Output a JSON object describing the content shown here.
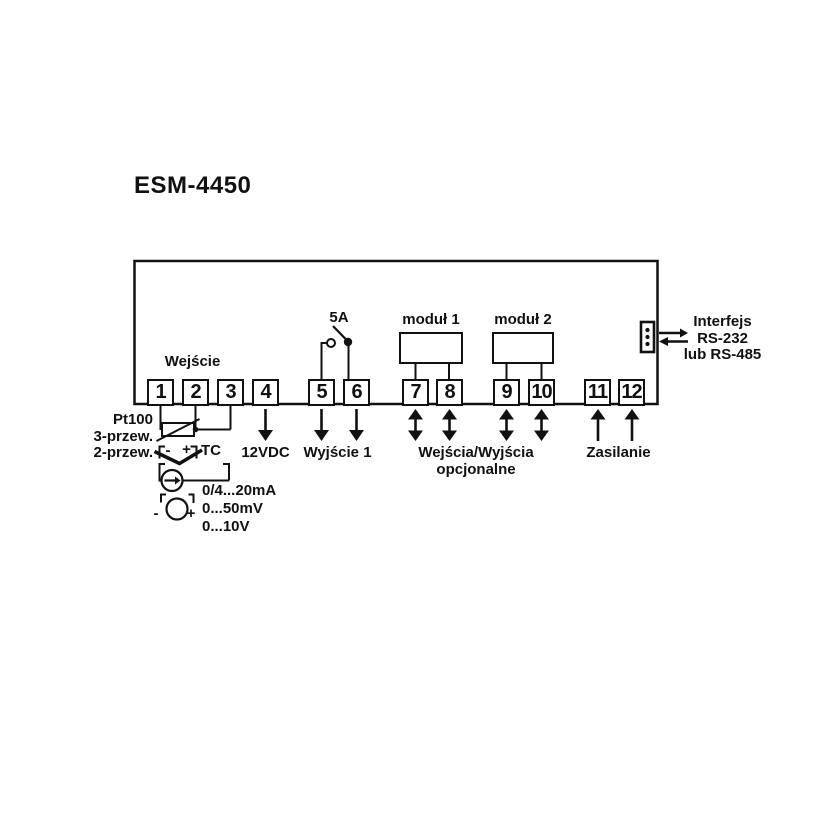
{
  "title": "ESM-4450",
  "terminals": [
    "1",
    "2",
    "3",
    "4",
    "5",
    "6",
    "7",
    "8",
    "9",
    "10",
    "11",
    "12"
  ],
  "labels": {
    "input": "Wejście",
    "relay_rating": "5A",
    "module1": "moduł 1",
    "module2": "moduł 2",
    "power_12vdc": "12VDC",
    "output1": "Wyjście 1",
    "optional_io_1": "Wejścia/Wyjścia",
    "optional_io_2": "opcjonalne",
    "power_supply": "Zasilanie"
  },
  "interface": {
    "line1": "Interfejs",
    "line2": "RS-232",
    "line3": "lub RS-485"
  },
  "sensors": {
    "pt100": "Pt100",
    "pt100_3wire": "3-przew.",
    "pt100_2wire": "2-przew.",
    "tc": "TC",
    "tc_minus": "-",
    "tc_plus": "+",
    "current_range": "0/4...20mA",
    "mv_range": "0...50mV",
    "v_range": "0...10V",
    "v_minus": "-",
    "v_plus": "+"
  },
  "colors": {
    "ink": "#111111",
    "background": "#ffffff"
  }
}
